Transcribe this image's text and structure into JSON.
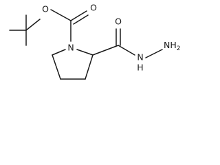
{
  "molecule": {
    "atoms": {
      "o_ester": "O",
      "o_carbonyl_boc": "O",
      "n_ring": "N",
      "o_carbonyl_hydrazide": "O",
      "nh": "N",
      "nh_h": "H",
      "nh2": "NH",
      "nh2_sub": "2"
    },
    "colors": {
      "bond": "#1a1a1a",
      "label": "#1a1a1a",
      "background": "#ffffff"
    }
  }
}
